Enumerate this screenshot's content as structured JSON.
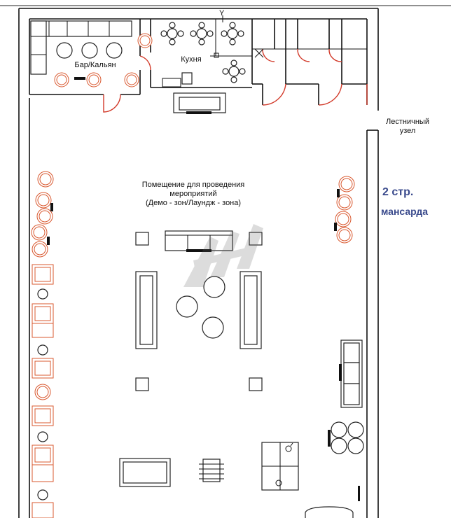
{
  "labels": {
    "bar": "Бар/Кальян",
    "kitchen": "Кухня",
    "stairs_line1": "Лестничный",
    "stairs_line2": "узел",
    "event_room_line1": "Помещение для проведения",
    "event_room_line2": "мероприятий",
    "event_room_line3": "(Демо - зон/Лаундж - зона)",
    "floor_line1": "2 стр.",
    "floor_line2": "мансарда",
    "compass": "Y"
  },
  "colors": {
    "walls": "#111111",
    "doors": "#d23a2a",
    "chairs": "#d9582f",
    "floor_label": "#3a4a8c"
  }
}
